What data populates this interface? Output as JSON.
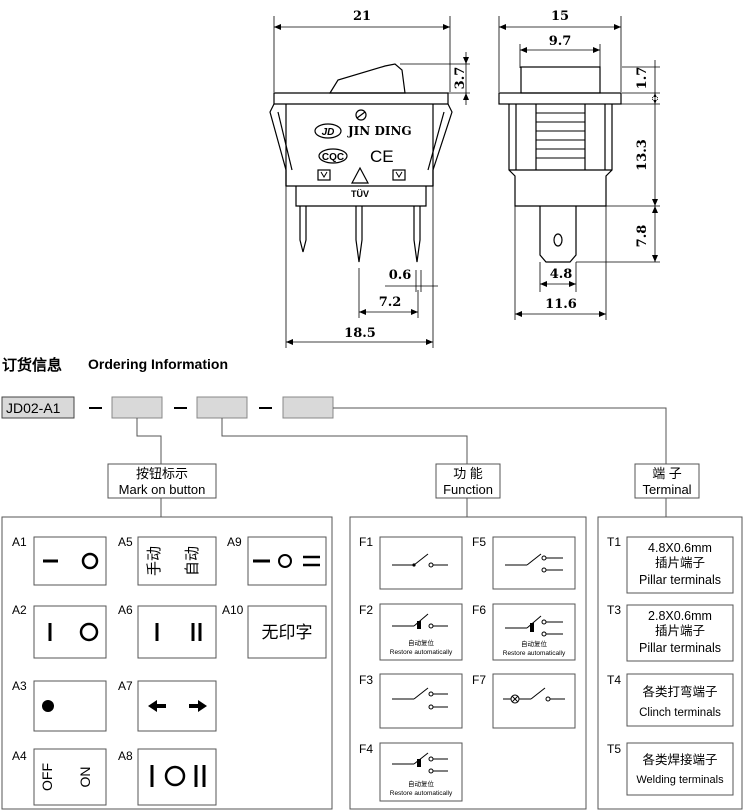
{
  "dimensions": {
    "front_width": "21",
    "rocker_height": "3.7",
    "pin_thickness": "0.6",
    "pin_pitch": "7.2",
    "body_length": "18.5",
    "side_width": "15",
    "side_inner": "9.7",
    "flange": "1.7",
    "body_depth": "13.3",
    "terminal_length": "7.8",
    "terminal_width": "4.8",
    "mount_width": "11.6"
  },
  "marks": {
    "brand": "JIN DING",
    "logo": "JD",
    "cqc": "CQC",
    "ce": "CE",
    "tuv": "TÜV"
  },
  "ordering": {
    "title_cn": "订货信息",
    "title_en": "Ordering Information",
    "part_prefix": "JD02-A1",
    "groups": {
      "mark": {
        "cn": "按钮标示",
        "en": "Mark on button"
      },
      "function": {
        "cn": "功 能",
        "en": "Function"
      },
      "terminal": {
        "cn": "端 子",
        "en": "Terminal"
      }
    }
  },
  "mark_options": [
    {
      "code": "A1"
    },
    {
      "code": "A2"
    },
    {
      "code": "A3"
    },
    {
      "code": "A4",
      "off": "OFF",
      "on": "ON"
    },
    {
      "code": "A5",
      "left": "手动",
      "right": "自动"
    },
    {
      "code": "A6"
    },
    {
      "code": "A7"
    },
    {
      "code": "A8"
    },
    {
      "code": "A9"
    },
    {
      "code": "A10",
      "text": "无印字"
    }
  ],
  "function_options": [
    {
      "code": "F1"
    },
    {
      "code": "F2",
      "caption_cn": "自动复位",
      "caption_en": "Restore automatically"
    },
    {
      "code": "F3"
    },
    {
      "code": "F4",
      "caption_cn": "自动复位",
      "caption_en": "Restore automatically"
    },
    {
      "code": "F5"
    },
    {
      "code": "F6",
      "caption_cn": "自动复位",
      "caption_en": "Restore automatically"
    },
    {
      "code": "F7"
    }
  ],
  "terminal_options": [
    {
      "code": "T1",
      "line1": "4.8X0.6mm",
      "line2": "插片端子",
      "line3": "Pillar terminals"
    },
    {
      "code": "T3",
      "line1": "2.8X0.6mm",
      "line2": "插片端子",
      "line3": "Pillar terminals"
    },
    {
      "code": "T4",
      "line1": "各类打弯端子",
      "line2": "Clinch terminals"
    },
    {
      "code": "T5",
      "line1": "各类焊接端子",
      "line2": "Welding terminals"
    }
  ]
}
